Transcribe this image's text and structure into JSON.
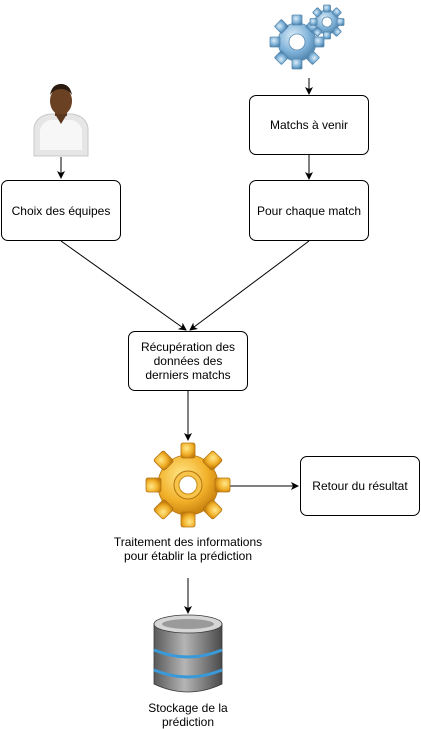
{
  "nodes": {
    "choix_equipes": "Choix des équipes",
    "matchs_a_venir": "Matchs à venir",
    "pour_chaque_match": "Pour chaque match",
    "recuperation": "Récupération des données des derniers matchs",
    "traitement": "Traitement des informations pour établir la prédiction",
    "retour_resultat": "Retour du résultat",
    "stockage": "Stockage de la prédiction"
  },
  "icons": {
    "user": "user-icon",
    "gears": "gears-icon",
    "gear": "gear-icon",
    "database": "database-icon"
  },
  "colors": {
    "gears_blue": "#7fb2d8",
    "gear_gold": "#f2b12a",
    "db_gray": "#8c8c8c",
    "db_band": "#3a9ad9"
  }
}
